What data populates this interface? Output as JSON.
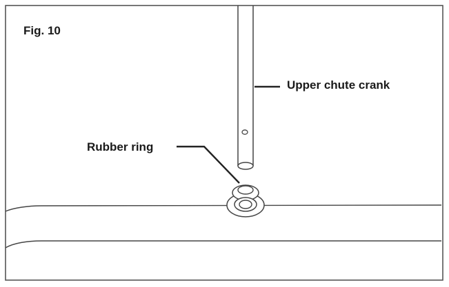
{
  "figure": {
    "title": "Fig. 10",
    "callouts": {
      "upper_chute_crank": "Upper chute crank",
      "rubber_ring": "Rubber ring"
    }
  },
  "colors": {
    "background": "#ffffff",
    "frame": "#555555",
    "line": "#444444",
    "text": "#1a1a1a"
  }
}
